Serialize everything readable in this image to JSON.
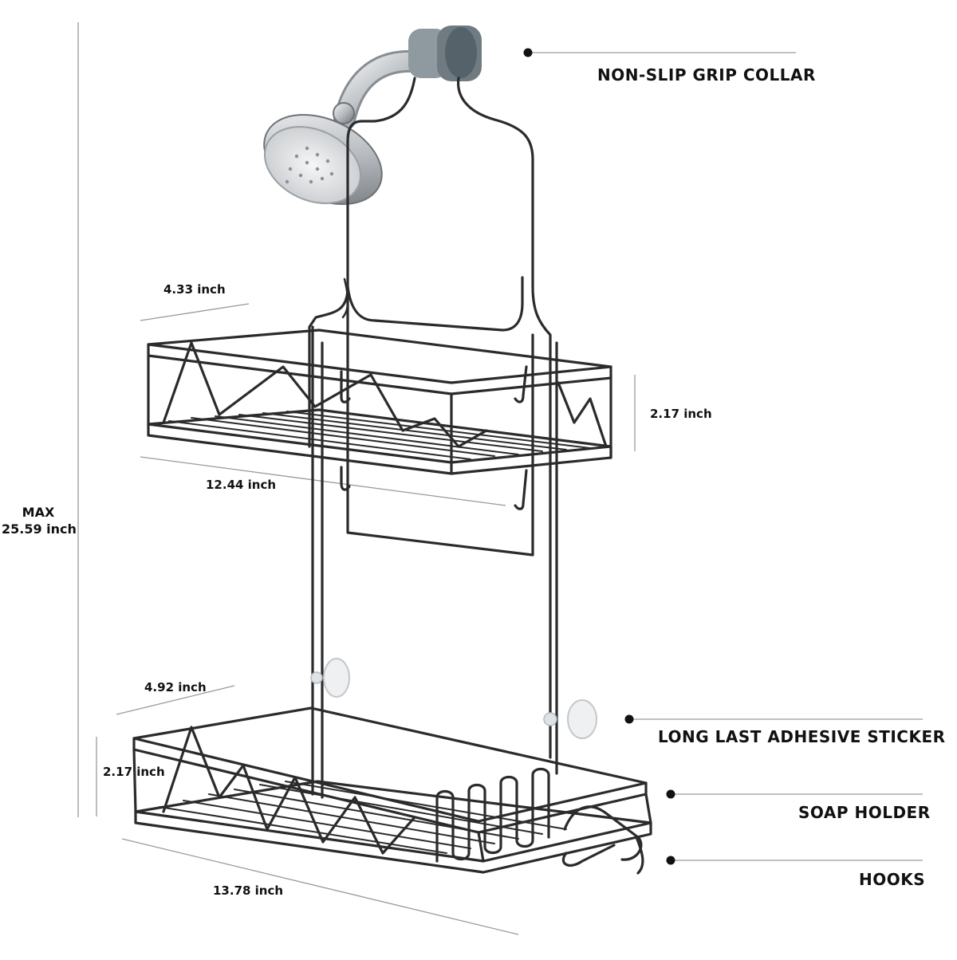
{
  "dimensions": {
    "max_height": {
      "line1": "MAX",
      "line2": "25.59 inch"
    },
    "top_depth": "4.33 inch",
    "top_width": "12.44 inch",
    "top_height": "2.17 inch",
    "bottom_depth": "4.92 inch",
    "bottom_height": "2.17 inch",
    "bottom_width": "13.78 inch"
  },
  "callouts": {
    "grip_collar": "NON-SLIP GRIP COLLAR",
    "adhesive_sticker": "LONG LAST ADHESIVE STICKER",
    "soap_holder": "SOAP HOLDER",
    "hooks": "HOOKS"
  },
  "colors": {
    "wire": "#2b2b2b",
    "guide_line": "#9a9a9a",
    "text": "#111111",
    "chrome": "#b8bcc0",
    "collar": "#7e8a90"
  }
}
